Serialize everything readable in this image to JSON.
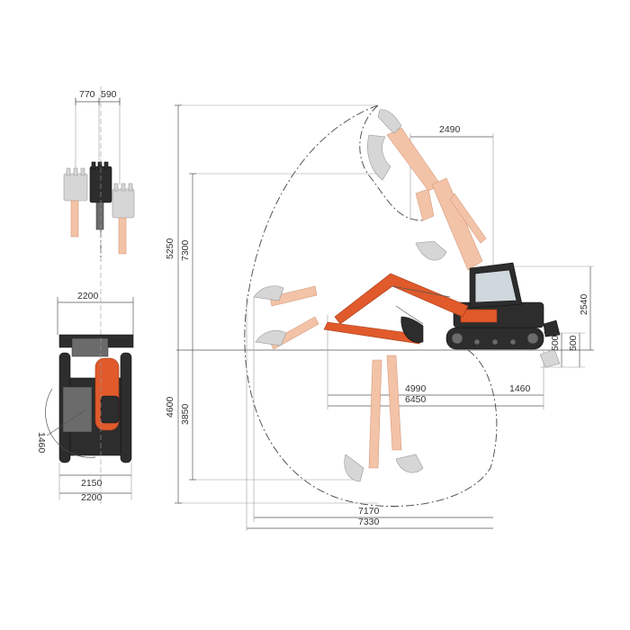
{
  "colors": {
    "machine_orange": "#e05a2b",
    "ghost_orange": "#f3c3a8",
    "body_dark": "#2d2d2d",
    "dimension_lines": "#555555"
  },
  "dimensions": {
    "breaker_left_offset": "770",
    "breaker_right_offset": "590",
    "front_top_width": "2200",
    "rear_radius": "1460",
    "track_width": "2150",
    "overall_width": "2200",
    "max_dump_height": "5250",
    "max_cut_height": "7300",
    "max_dig_depth": "4600",
    "vertical_wall_depth": "3850",
    "boom_offset_reach": "2490",
    "cab_height": "2540",
    "blade_up": "500",
    "blade_down": "500",
    "min_swing_radius": "4990",
    "tail_offset": "1460",
    "transport_length": "6450",
    "max_reach_ground": "7170",
    "max_reach": "7330"
  },
  "icons": {
    "excavator": "excavator-side-icon",
    "front_view": "excavator-front-icon",
    "breaker": "hydraulic-breaker-icon"
  }
}
